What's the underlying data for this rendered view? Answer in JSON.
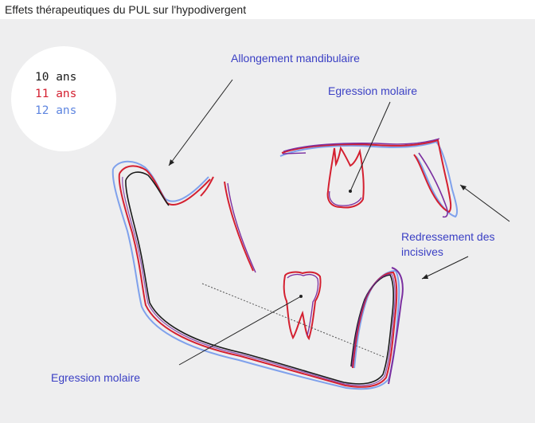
{
  "title": "Effets thérapeutiques du PUL sur l'hypodivergent",
  "legend": [
    {
      "label": "10 ans",
      "color": "#1a1a1a"
    },
    {
      "label": "11 ans",
      "color": "#d42030"
    },
    {
      "label": "12 ans",
      "color": "#5f86e0"
    }
  ],
  "annotations": {
    "allongement": "Allongement mandibulaire",
    "egression_top": "Egression molaire",
    "redressement_line1": "Redressement des",
    "redressement_line2": "incisives",
    "egression_bottom": "Egression molaire"
  },
  "colors": {
    "slide_bg": "#eeeeef",
    "annotation_text": "#3a3fc4",
    "outline_purple": "#7b2fa0"
  }
}
